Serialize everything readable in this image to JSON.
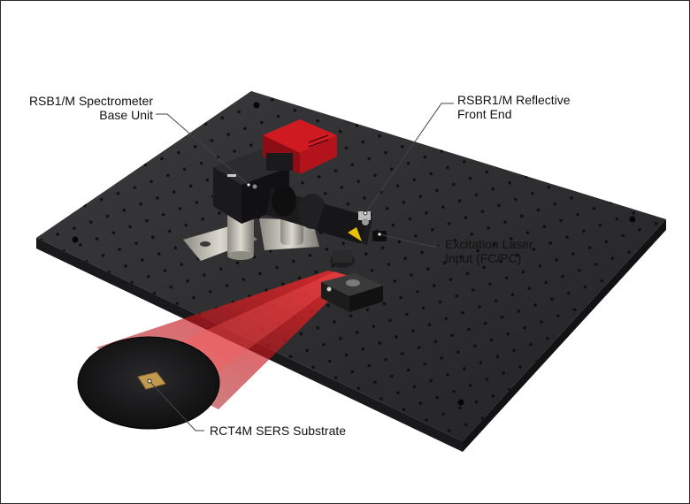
{
  "colors": {
    "breadboard_top": "#2c2c2e",
    "breadboard_front": "#1a1a1c",
    "breadboard_side": "#141416",
    "hole": "#0b0b0c",
    "camera_red": "#b3141b",
    "laser_beam": "#d11a1f",
    "substrate_gold": "#c19a50",
    "metal": "#b9b6ae",
    "leader_line": "#444444"
  },
  "labels": {
    "spectrometer": {
      "line1": "RSB1/M Spectrometer",
      "line2": "Base Unit"
    },
    "front_end": {
      "line1": "RSBR1/M Reflective",
      "line2": "Front End"
    },
    "laser_input": {
      "line1": "Excitation Laser",
      "line2": "Input (FC/PC)"
    },
    "substrate": {
      "line1": "RCT4M SERS Substrate"
    }
  }
}
